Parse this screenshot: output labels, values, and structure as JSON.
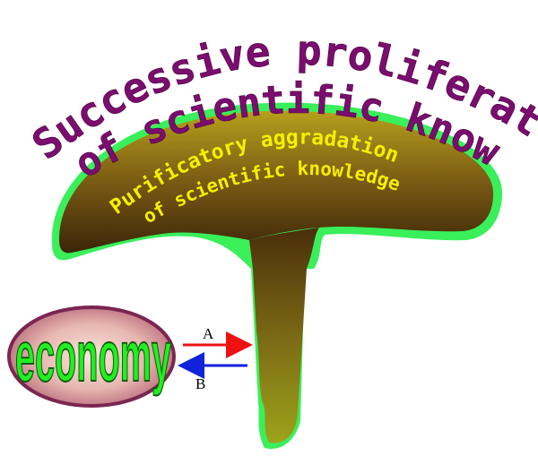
{
  "diagram": {
    "outer_arc_line1": "Successive proliferation",
    "outer_arc_line2": "of scientific knowledge",
    "inner_arc_line1": "Purificatory aggradation",
    "inner_arc_line2": "of scientific knowledge",
    "economy_label": "economy",
    "arrow_a_label": "A",
    "arrow_b_label": "B"
  },
  "colors": {
    "outer_text": "#7a0d6e",
    "inner_text": "#f5f000",
    "shape_fill_dark": "#3a2a08",
    "shape_fill_light": "#a8a81a",
    "shape_outline": "#3cf05a",
    "economy_text": "#22ee22",
    "economy_ellipse": "#8a2a55",
    "arrow_a": "#ee1111",
    "arrow_b": "#1122dd"
  }
}
